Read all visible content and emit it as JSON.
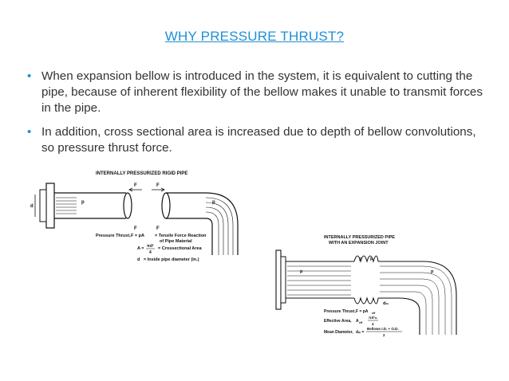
{
  "title": "WHY PRESSURE THRUST?",
  "bullets": [
    "When expansion bellow is introduced in the system, it is equivalent to cutting the pipe, because of inherent flexibility of the bellow makes it unable to transmit forces in the pipe.",
    "In addition, cross sectional area is increased due to depth of bellow convolutions, so pressure thrust force."
  ],
  "figure1": {
    "heading": "INTERNALLY PRESSURIZED RIGID PIPE",
    "label_f": "F",
    "label_p": "p",
    "label_d": "d",
    "thrust_label": "Pressure Thrust,",
    "thrust_eq": "F = pA",
    "thrust_note1": "= Tensile Force Reaction",
    "thrust_note2": "of Pipe Material",
    "area_eq": "A =",
    "area_frac_num": "πd²",
    "area_frac_den": "4",
    "area_note": "= Crossectional Area",
    "d_eq": "d",
    "d_note": "= Inside pipe diameter (in.)"
  },
  "figure2": {
    "heading1": "INTERNALLY PRESSURIZED PIPE",
    "heading2": "WITH AN EXPANSION JOINT",
    "label_p": "p",
    "label_dm": "dₘ",
    "thrust_label": "Pressure Thrust,",
    "thrust_eq": "F = pA",
    "thrust_sub": "eff",
    "area_label": "Effective Area,",
    "area_eq": "A",
    "area_sub": "eff",
    "area_frac_num": "πd²ₘ",
    "area_frac_den": "4",
    "dia_label": "Mean Diameter,",
    "dia_eq": "dₘ =",
    "dia_frac_num": "Bellows I.D. + O.D.",
    "dia_frac_den": "2"
  },
  "colors": {
    "title": "#1f8fd6",
    "bullet_dot": "#1f8fd6",
    "text": "#333333"
  }
}
